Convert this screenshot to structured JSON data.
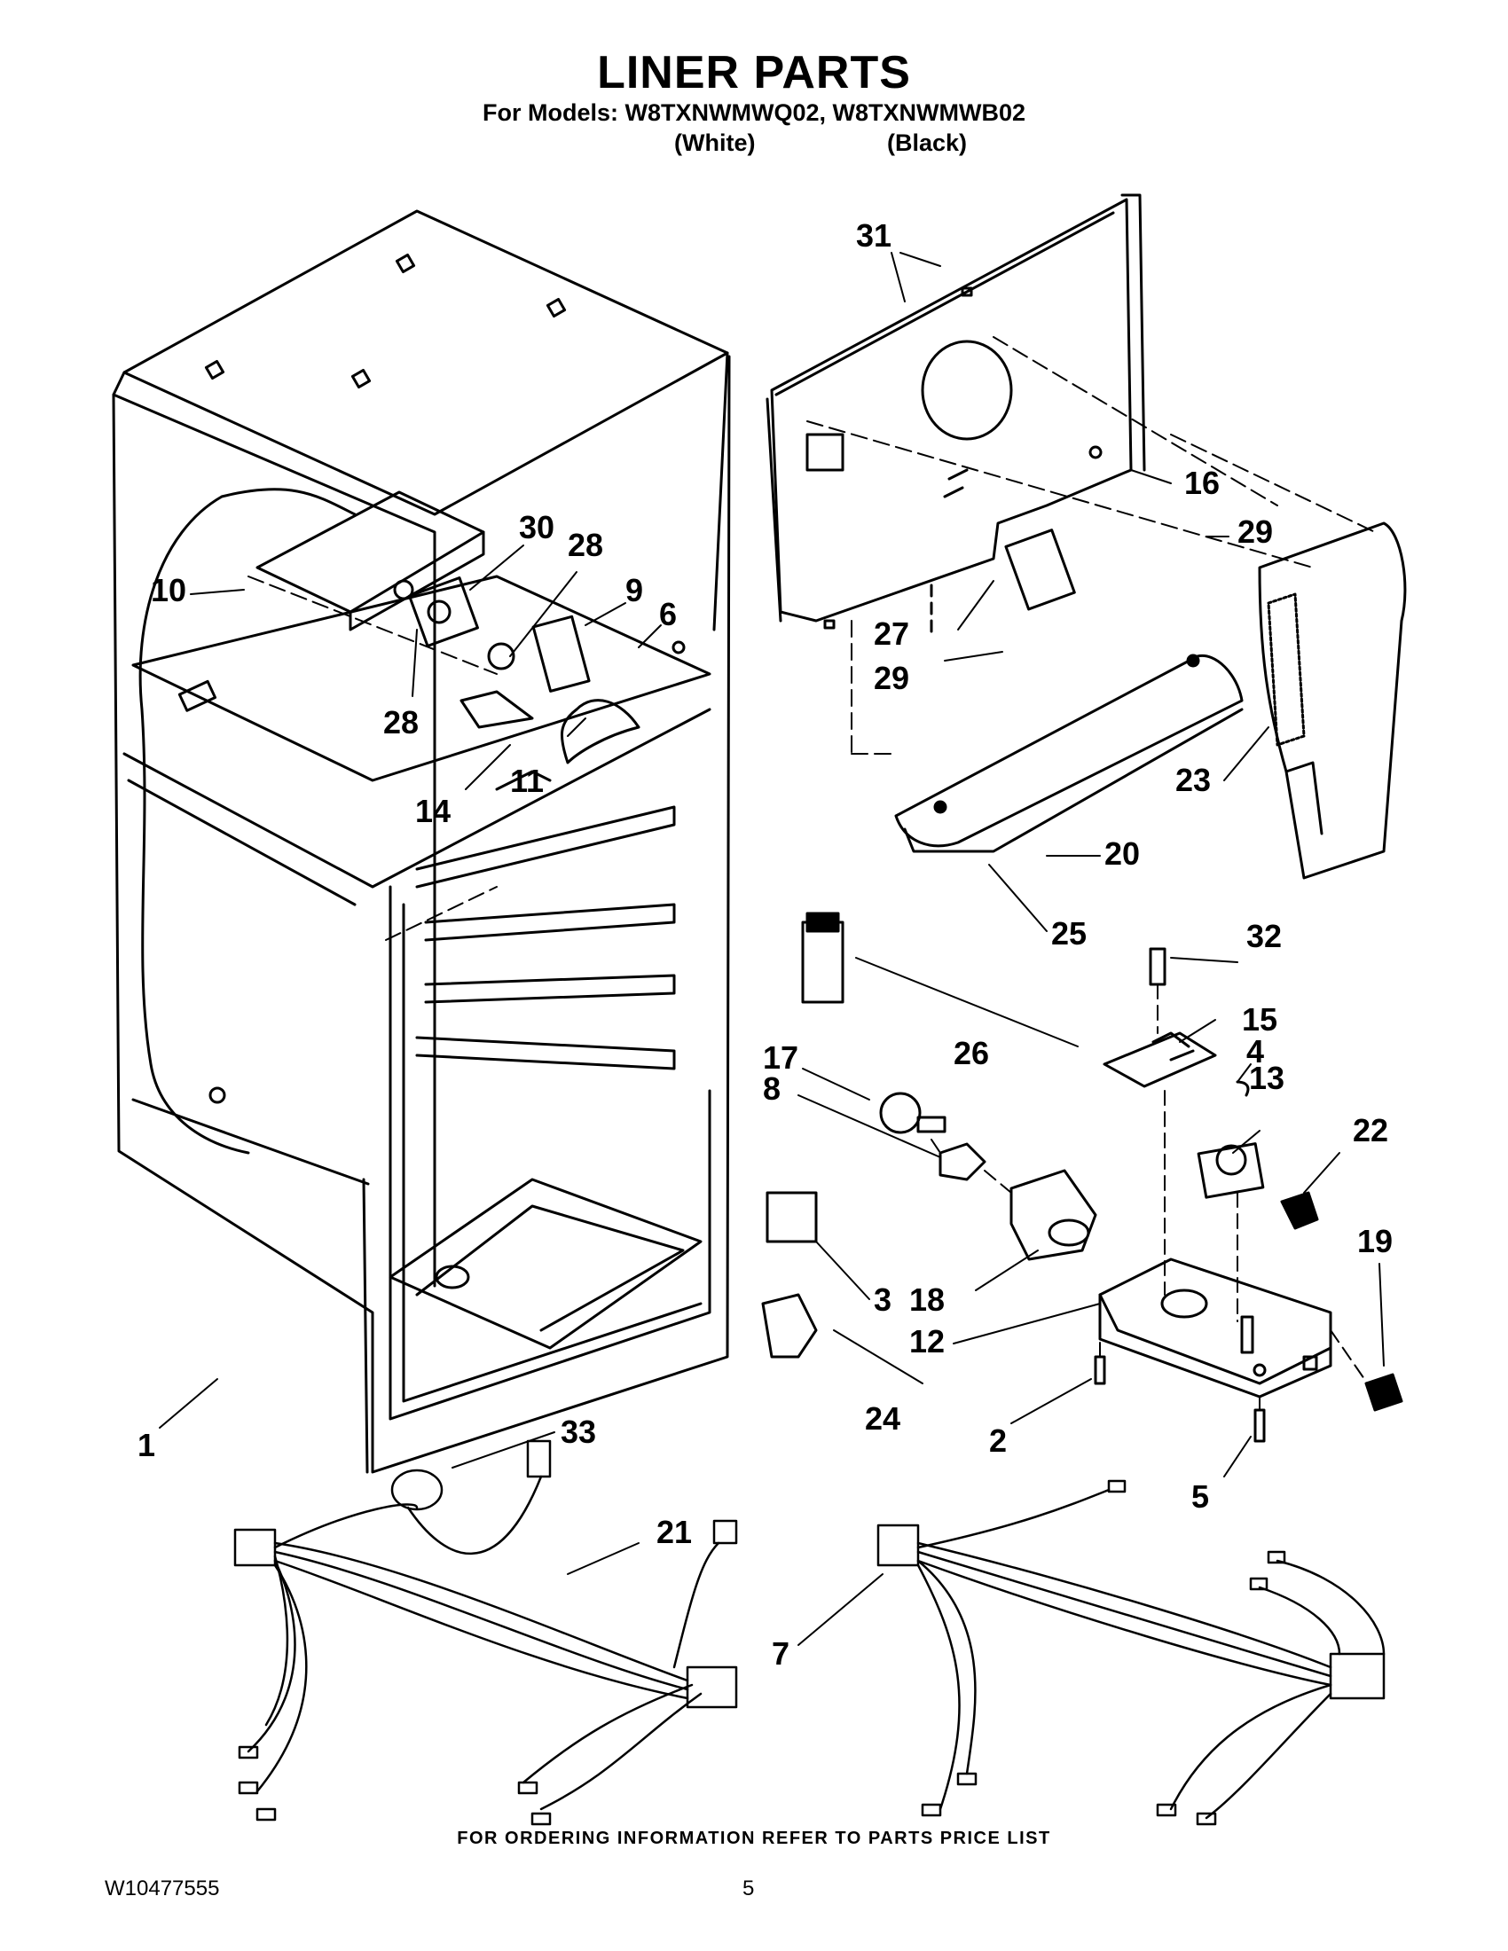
{
  "header": {
    "title": "LINER PARTS",
    "subtitle": "For Models: W8TXNWMWQ02, W8TXNWMWB02",
    "variants": [
      "(White)",
      "(Black)"
    ]
  },
  "callouts": [
    "1",
    "2",
    "3",
    "4",
    "5",
    "6",
    "7",
    "8",
    "9",
    "10",
    "11",
    "12",
    "13",
    "14",
    "15",
    "16",
    "17",
    "18",
    "19",
    "20",
    "21",
    "22",
    "23",
    "24",
    "25",
    "26",
    "27",
    "28",
    "28",
    "29",
    "29",
    "30",
    "31",
    "32",
    "33"
  ],
  "footer": {
    "note": "FOR ORDERING INFORMATION REFER TO PARTS PRICE LIST",
    "doc_number": "W10477555",
    "page_number": "5"
  }
}
